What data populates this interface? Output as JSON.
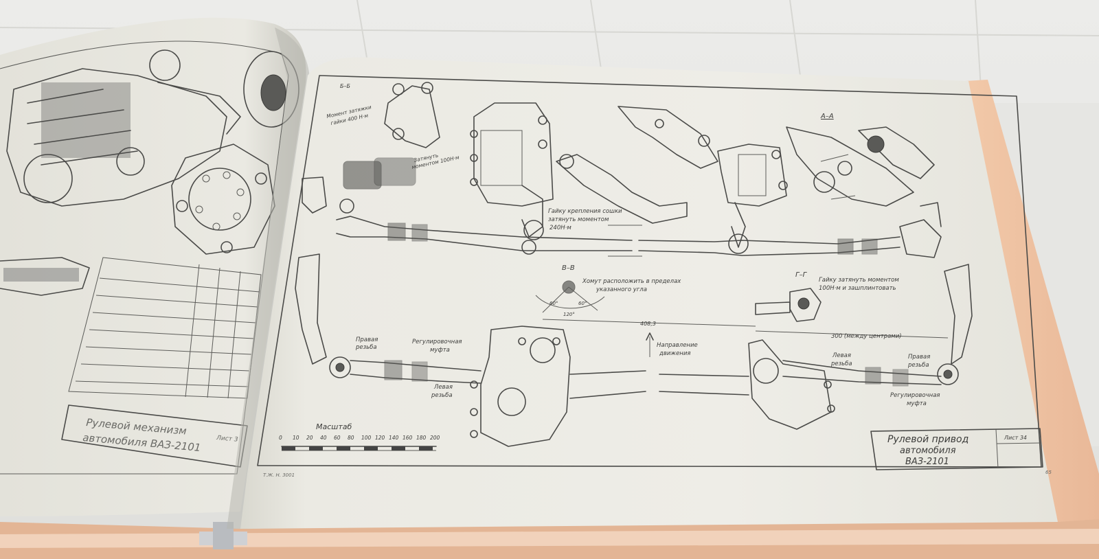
{
  "left_page": {
    "title_block": [
      "Рулевой механизм",
      "автомобиля ВАЗ-2101"
    ],
    "sheet_label": "Лист 3"
  },
  "right_page": {
    "sections": {
      "a": "А–А",
      "b": "Б–Б",
      "v": "В–В",
      "g": "Г–Г"
    },
    "notes": {
      "tighten_400": [
        "Момент затяжки",
        "гайки 400 Н·м"
      ],
      "tighten_100": [
        "Затянуть",
        "моментом 100Н·м"
      ],
      "pitman_nut": [
        "Гайку крепления сошки",
        "затянуть моментом",
        "240Н·м"
      ],
      "clamp": [
        "Хомут расположить в пределах",
        "указанного угла"
      ],
      "nut_cotter": [
        "Гайку затянуть моментом",
        "100Н·м и зашплинтовать"
      ],
      "right_thread_left": [
        "Правая",
        "резьба"
      ],
      "adj_sleeve_left": [
        "Регулировочная",
        "муфта"
      ],
      "left_thread_left": [
        "Левая",
        "резьба"
      ],
      "direction": [
        "Направление",
        "движения"
      ],
      "left_thread_right": [
        "Левая",
        "резьба"
      ],
      "right_thread_right": [
        "Правая",
        "резьба"
      ],
      "adj_sleeve_right": [
        "Регулировочная",
        "муфта"
      ]
    },
    "dimensions": {
      "center": "408,3",
      "between_centers": "300 (между центрами)",
      "angle_a": "60°",
      "angle_b": "60°",
      "angle_c": "120°"
    },
    "scale": {
      "label": "Масштаб",
      "ticks": [
        "0",
        "10",
        "20",
        "40",
        "60",
        "80",
        "100",
        "120",
        "140",
        "160",
        "180",
        "200"
      ]
    },
    "title_block": [
      "Рулевой привод",
      "автомобиля",
      "ВАЗ-2101"
    ],
    "sheet_label": "Лист 34",
    "page_number": "65",
    "footer_code": "Т.Ж. Н. 3001"
  }
}
